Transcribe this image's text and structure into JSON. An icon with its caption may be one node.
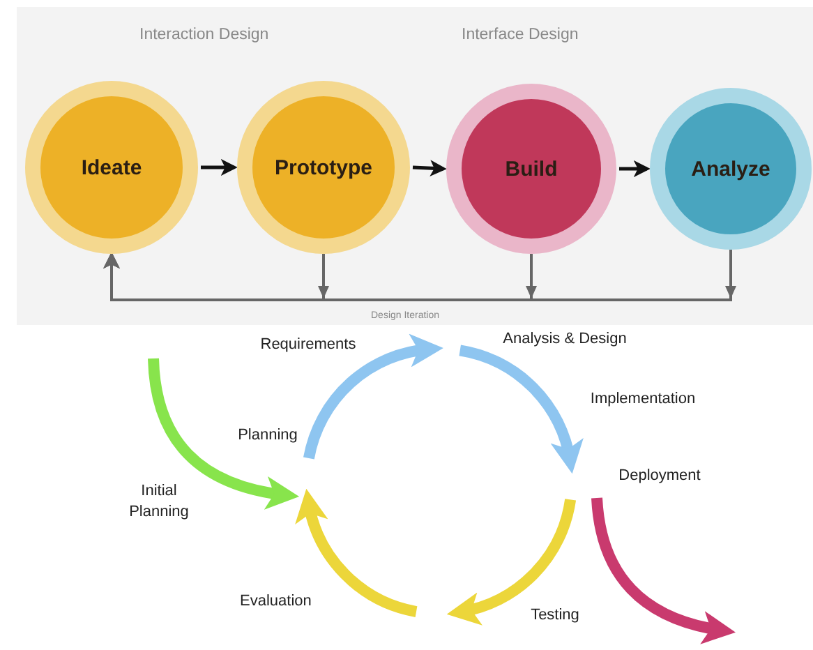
{
  "diagram": {
    "nodes": [
      {
        "text": [
          "Ideate"
        ]
      },
      {
        "text": [
          "Prototype"
        ]
      },
      {
        "text": [
          "Build"
        ]
      },
      {
        "text": [
          "Analyze"
        ]
      },
      {
        "text": [
          "Requirements"
        ]
      },
      {
        "text": [
          "Analysis & Design"
        ]
      },
      {
        "text": [
          "Implementation"
        ]
      },
      {
        "text": [
          "Planning"
        ]
      },
      {
        "text": [
          "Deployment"
        ]
      },
      {
        "text": [
          "Evaluation"
        ]
      },
      {
        "text": [
          "Testing"
        ]
      }
    ],
    "edges": [
      {
        "from": 0,
        "to": 1,
        "arrow": "to"
      },
      {
        "from": 1,
        "to": 2,
        "arrow": "to"
      },
      {
        "from": 2,
        "to": 3,
        "arrow": "to"
      },
      {
        "from": 1,
        "to": 0,
        "arrow": "to",
        "color": "#666666"
      },
      {
        "from": 2,
        "to": 0,
        "arrow": "to",
        "color": "#666666"
      },
      {
        "from": 3,
        "to": 0,
        "arrow": "to",
        "color": "#666666"
      },
      {
        "from": 7,
        "to": 5,
        "arrow": "to",
        "style": "thick",
        "color": "#8ec5f0"
      },
      {
        "from": 5,
        "to": 8,
        "arrow": "to",
        "style": "thick",
        "color": "#8ec5f0"
      },
      {
        "from": 8,
        "to": 10,
        "arrow": "to",
        "style": "thick",
        "color": "#ecd63a"
      },
      {
        "from": null,
        "to": 7,
        "arrow": "to",
        "style": "thick",
        "color": "#ecd63a"
      },
      {
        "from": null,
        "to": 7,
        "arrow": "to",
        "style": "thick",
        "color": "#88e44c"
      },
      {
        "from": 8,
        "to": null,
        "arrow": "to",
        "style": "thick",
        "color": "#c93a6e"
      }
    ],
    "labels": [
      "Interaction Design",
      "Interface Design",
      "Design Iteration",
      "Initial Planning"
    ]
  }
}
